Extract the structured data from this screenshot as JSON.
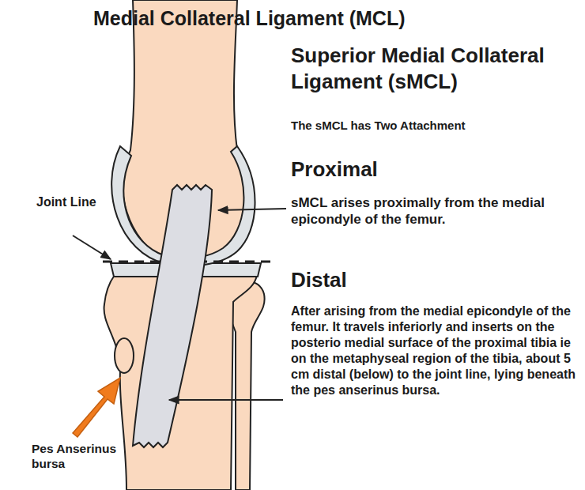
{
  "diagram": {
    "title": "Medial Collateral Ligament (MCL)",
    "labels": [
      "Superior Medial Collateral Ligament (sMCL)",
      "The sMCL has Two Attachment",
      "Proximal",
      "sMCL arises proximally from the medial epicondyle of the femur.",
      "Distal",
      "After arising from the medial epicondyle of the femur. It travels inferiorly and inserts on the posterio medial surface of the proximal tibia ie on the metaphyseal region of the tibia, about 5 cm distal (below) to the joint line, lying beneath the pes anserinus bursa.",
      "Joint Line",
      "Pes Anserinus bursa"
    ]
  }
}
